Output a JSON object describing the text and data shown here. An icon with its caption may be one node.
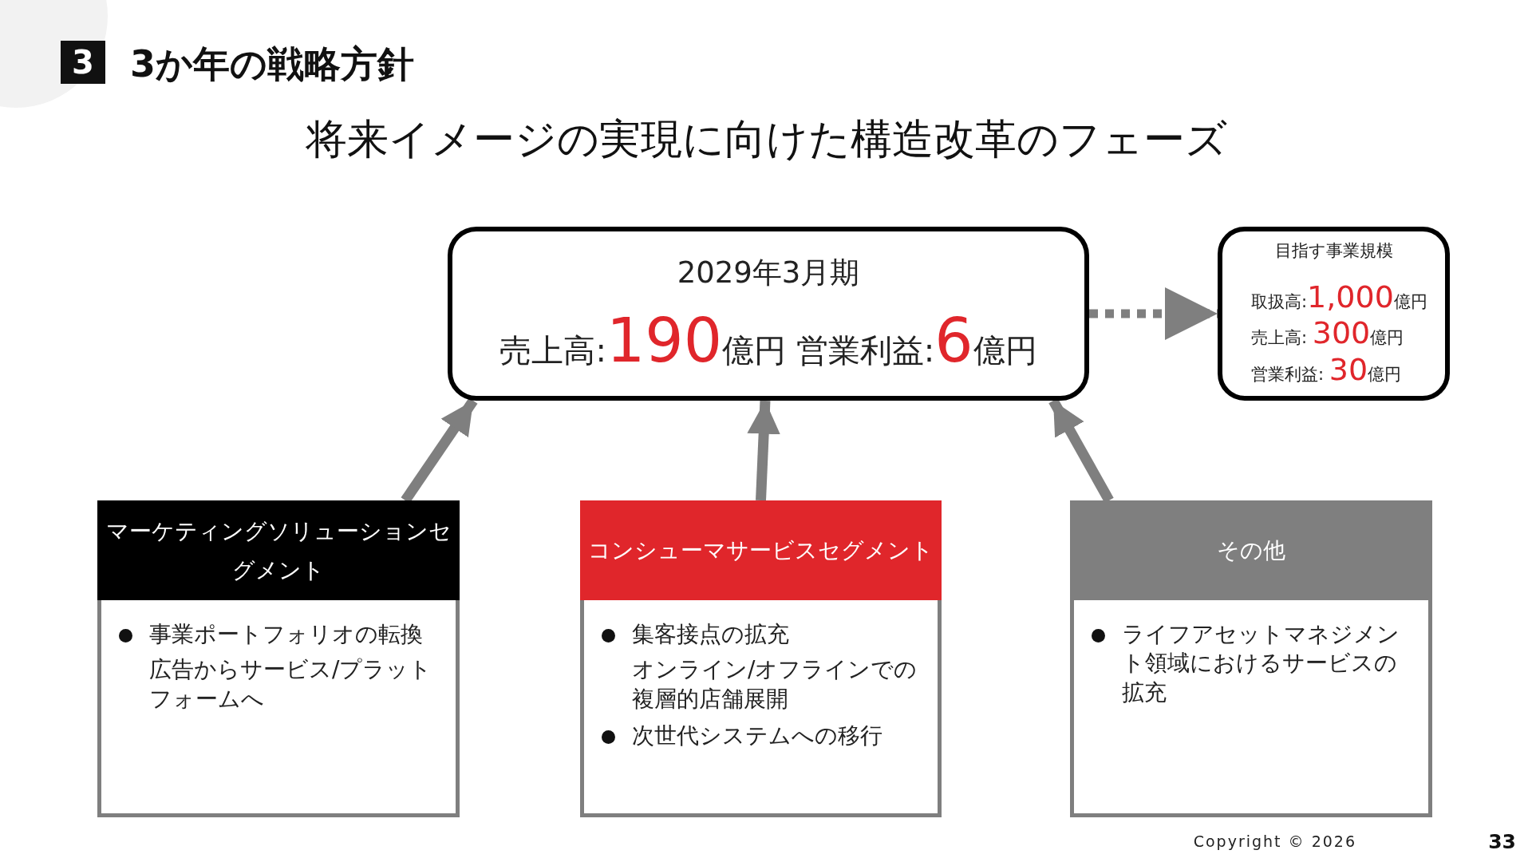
{
  "diagram": {
    "title": "3か年の戦略方針",
    "nodes": [
      {
        "text": [
          "2029年3月期",
          "売上高:190億円 営業利益:6億円"
        ]
      },
      {
        "text": [
          "目指す事業規模",
          "取扱高:1,000億円",
          "売上高: 300億円",
          "営業利益: 30億円"
        ]
      },
      {
        "text": [
          "マーケティングソリューションセグメント",
          "事業ポートフォリオの転換",
          "広告からサービス/プラットフォームへ"
        ]
      },
      {
        "text": [
          "コンシューマサービスセグメント",
          "集客接点の拡充",
          "オンライン/オフラインでの複層的店舗展開",
          "次世代システムへの移行"
        ]
      },
      {
        "text": [
          "その他",
          "ライフアセットマネジメント領域におけるサービスの拡充"
        ]
      }
    ],
    "edges": [
      {
        "from": 0,
        "to": 1,
        "arrow": "to",
        "style": "dashed"
      },
      {
        "from": 2,
        "to": 0,
        "arrow": "to"
      },
      {
        "from": 3,
        "to": 0,
        "arrow": "to"
      },
      {
        "from": 4,
        "to": 0,
        "arrow": "to"
      }
    ],
    "labels": [
      "3",
      "将来イメージの実現に向けた構造改革のフェーズ",
      "Copyright © 2026",
      "33"
    ]
  }
}
